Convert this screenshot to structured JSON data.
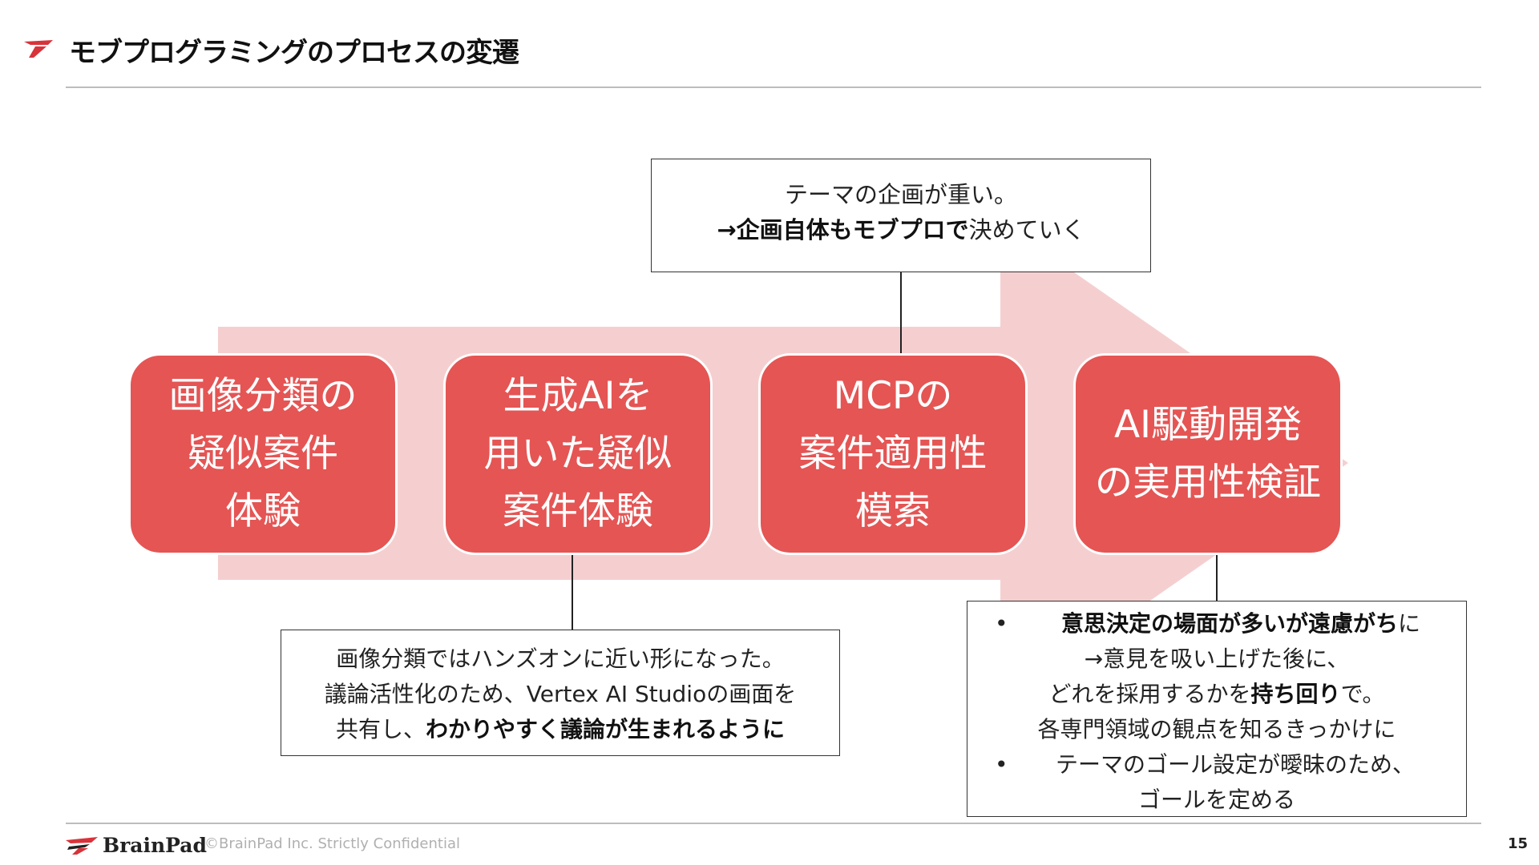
{
  "header": {
    "title": "モブプログラミングのプロセスの変遷"
  },
  "colors": {
    "accent_red": "#e45554",
    "arrow_pink": "#f5cfd0",
    "brand_red": "#d8333a"
  },
  "stages": [
    {
      "lines": [
        "画像分類の",
        "疑似案件",
        "体験"
      ]
    },
    {
      "lines": [
        "生成AIを",
        "用いた疑似",
        "案件体験"
      ]
    },
    {
      "lines": [
        "MCPの",
        "案件適用性",
        "模索"
      ]
    },
    {
      "lines": [
        "AI駆動開発",
        "の実用性検証"
      ]
    }
  ],
  "notes": {
    "top": {
      "line1": "テーマの企画が重い。",
      "line2_bold": "→企画自体もモブプロで",
      "line2_rest": "決めていく"
    },
    "left": {
      "line1": "画像分類ではハンズオンに近い形になった。",
      "line2": "議論活性化のため、Vertex AI Studioの画面を",
      "line3_prefix": "共有し、",
      "line3_bold": "わかりやすく議論が生まれるように"
    },
    "right": {
      "bullet": "•",
      "item1_bold": "意思決定の場面が多いが遠慮がち",
      "item1_rest": "に",
      "item1_line2": "→意見を吸い上げた後に、",
      "item1_line3_prefix": "どれを採用するかを",
      "item1_line3_bold": "持ち回り",
      "item1_line3_suffix": "で。",
      "item1_line4": "各専門領域の観点を知るきっかけに",
      "item2_line1": "テーマのゴール設定が曖昧のため、",
      "item2_line2": "ゴールを定める"
    }
  },
  "footer": {
    "logo_text": "BrainPad",
    "copyright": "©BrainPad Inc.  Strictly Confidential",
    "page_number": "15"
  }
}
